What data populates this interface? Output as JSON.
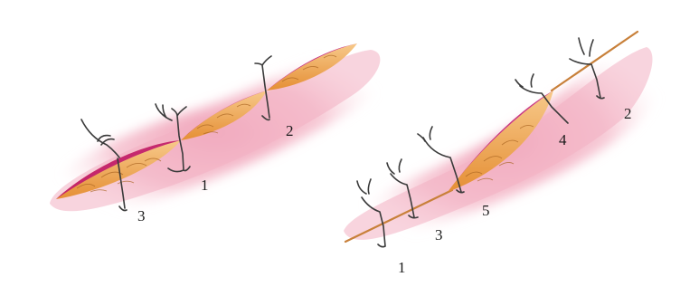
{
  "illustration": {
    "left_panel": {
      "stitch_labels": [
        "1",
        "2",
        "3"
      ]
    },
    "right_panel": {
      "stitch_labels": [
        "1",
        "2",
        "3",
        "4",
        "5"
      ]
    }
  },
  "colors": {
    "background": "#ffffff",
    "skin": "#f2b8c6",
    "skin_dark": "#e896ac",
    "wound_edge": "#c0186e",
    "fat_tissue": "#e79a3c",
    "fat_light": "#f6c27a",
    "suture": "#3a3a3a",
    "closed_incision": "#c8803a"
  }
}
